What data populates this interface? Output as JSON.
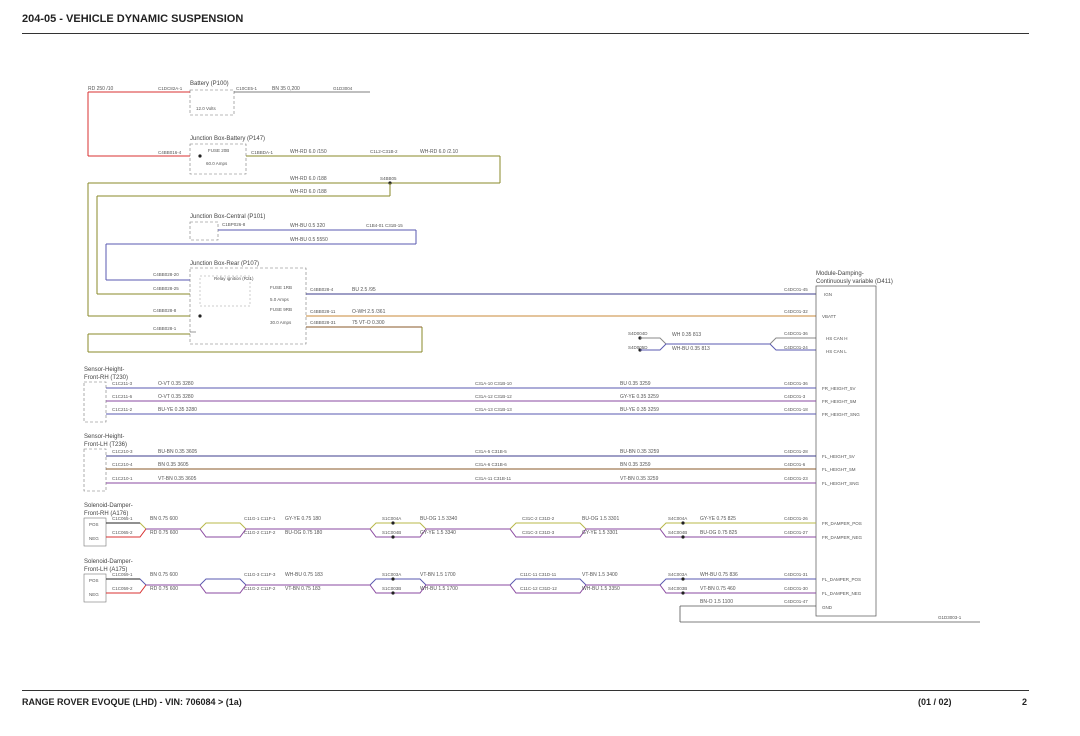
{
  "header": {
    "title": "204-05 - VEHICLE DYNAMIC SUSPENSION"
  },
  "footer": {
    "vehicle": "RANGE ROVER EVOQUE  (LHD) - VIN: 706084 >  (1a)",
    "sheet": "(01 / 02)",
    "page": "2"
  },
  "diagram": {
    "components": {
      "battery": "Battery (P100)",
      "battery_volts": "12.0 Volts",
      "jb_battery": "Junction Box-Battery (P147)",
      "jb_battery_fuse": "FUSE 20B",
      "jb_battery_amps": "60.0 Amps",
      "jb_central": "Junction Box-Central (P101)",
      "jb_rear": "Junction Box-Rear (P107)",
      "jb_rear_relay": "Relay\nignition (R21)",
      "fuse_1rb": "FUSE 1RB",
      "fuse_1rb_amps": "5.0 Amps",
      "fuse_9rb": "FUSE 9RB",
      "fuse_9rb_amps": "30.0 Amps",
      "module": "Module-Damping-",
      "module2": "Continuously variable (D411)",
      "sensor_rh": "Sensor-Height-",
      "sensor_rh2": "Front-RH (T230)",
      "sensor_lh": "Sensor-Height-",
      "sensor_lh2": "Front-LH (T236)",
      "sol_rh": "Solenoid-Damper-",
      "sol_rh2": "Front-RH (A176)",
      "sol_lh": "Solenoid-Damper-",
      "sol_lh2": "Front-LH (A175)"
    },
    "wires": {
      "rd_top": "RD 250 /10",
      "bn_top": "BN 35 0,200",
      "c1dc": "C1DC82A-1",
      "c10": "C10CE5-1",
      "gnd_top": "G1D3004",
      "c4bb_top": "C4BB016-4",
      "c1bbd": "C1BBDA-1",
      "wh_rd1": "WH-RD 6.0 /150",
      "c11": "C1L2-C31B-2",
      "wh_rd2": "WH-RD 6.0 /2.10",
      "wh_rd3": "WH-RD 6.0 /188",
      "s4bb": "S4BB05",
      "wh_rd4": "WH-RD 6.0 /188",
      "c1bp": "C1BP026-8",
      "wh_bu1": "WH-BU 0.5 320",
      "c1bp2": "C1B4-01 C31B-15",
      "wh_bu2": "WH-BU 0.5 5550",
      "c4bb028_20": "C4BB028-20",
      "c4bb028_25": "C4BB028-25",
      "c4bb028_8": "C4BB028-8",
      "c4bb028_1": "C4BB028-1",
      "c4bb028_4": "C4BB028-4",
      "bu_25": "BU 2.5 /95",
      "c4bb028_11": "C4BB028-11",
      "o_wh": "O-WH 2.5 /361",
      "c4bb028_31": "C4BB028-31",
      "vt_o": "75  VT-O 0.300",
      "c4dc01_45": "C4DC01-45",
      "c4dc01_32": "C4DC01-32",
      "vbatt": "VBATT",
      "s4d004d": "S4D004D",
      "wh_can1": "WH 0.35 813",
      "c4dc01_36": "C4DC01-36",
      "hs_can_h": "HS CAN H",
      "s4d005d": "S4D005D",
      "wh_can2": "WH-BU 0.35 813",
      "c4dc01_24": "C4DC01-24",
      "hs_can_l": "HS CAN L",
      "ign": "IGN",
      "rh_c1": "C1C211-3",
      "rh_w1": "O-VT 0.35 3280",
      "rh_m1": "C31A-10 C31B-10",
      "rh_w1b": "BU 0.35 3259",
      "rh_p1": "C4DC01-36",
      "rh_s1": "FR_HEIGHT_5V",
      "rh_c2": "C1C211-6",
      "rh_w2": "O-VT 0.35 3280",
      "rh_m2": "C31A-12 C31B-12",
      "rh_w2b": "GY-YE 0.35 3259",
      "rh_p2": "C4DC01-3",
      "rh_s2": "FR_HEIGHT_5M",
      "rh_c3": "C1C211-2",
      "rh_w3": "BU-YE 0.35 3280",
      "rh_m3": "C31A-13 C31B-13",
      "rh_w3b": "BU-YE 0.35 3259",
      "rh_p3": "C4DC01-18",
      "rh_s3": "FR_HEIGHT_SNG",
      "lh_c1": "C1C210-3",
      "lh_w1": "BU-BN 0.35 3605",
      "lh_m1": "C31A-5 C31B-5",
      "lh_w1b": "BU-BN 0.35 3259",
      "lh_p1": "C4DC01-28",
      "lh_s1": "FL_HEIGHT_5V",
      "lh_c2": "C1C210-4",
      "lh_w2": "BN 0.35 3605",
      "lh_m2": "C31A-6 C31B-6",
      "lh_w2b": "BN 0.35 3259",
      "lh_p2": "C4DC01-6",
      "lh_s2": "FL_HEIGHT_5M",
      "lh_c3": "C1C210-1",
      "lh_w3": "VT-BN 0.35 3605",
      "lh_m3": "C31A-11 C31B-11",
      "lh_w3b": "VT-BN 0.35 3259",
      "lh_p3": "C4DC01-23",
      "lh_s3": "FL_HEIGHT_SNG",
      "pos": "POS",
      "neg": "NEG",
      "srh_c1": "C1C065-1",
      "srh_w1": "BN 0.75 600",
      "srh_m1": "C11G-1 C11F-1",
      "srh_w1b": "GY-YE 0.75 180",
      "srh_s1": "S1C004A",
      "srh_w1c": "BU-OG 1.5 3340",
      "srh_m1b": "C31C-2 C31D-2",
      "srh_w1d": "BU-OG 1.5 3301",
      "srh_s1b": "S4C004A",
      "srh_w1e": "GY-YE 0.75 825",
      "srh_p1": "C4DC01-26",
      "srh_n1": "FR_DAMPER_POS",
      "srh_c2": "C1C065-2",
      "srh_w2": "RD 0.75 600",
      "srh_m2": "C11G-2 C11F-2",
      "srh_w2b": "BU-OG 0.75 180",
      "srh_s2": "S1C004B",
      "srh_w2c": "GY-YE 1.5 3340",
      "srh_m2b": "C31C-3 C31D-3",
      "srh_w2d": "GY-YE 1.5 3301",
      "srh_s2b": "S4C004B",
      "srh_w2e": "BU-OG 0.75 825",
      "srh_p2": "C4DC01-27",
      "srh_n2": "FR_DAMPER_NEG",
      "slh_c1": "C1C059-1",
      "slh_w1": "BN 0.75 600",
      "slh_m1": "C11G-3 C11F-3",
      "slh_w1b": "WH-BU 0.75 183",
      "slh_s1": "S1C003A",
      "slh_w1c": "VT-BN 1.5 1700",
      "slh_m1b": "C11C-11 C31D-11",
      "slh_w1d": "VT-BN 1.5 3400",
      "slh_s1b": "S4C003A",
      "slh_w1e": "WH-BU 0.75 836",
      "slh_p1": "C4DC01-31",
      "slh_n1": "FL_DAMPER_POS",
      "slh_c2": "C1C059-2",
      "slh_w2": "RD 0.75 600",
      "slh_m2": "C11G-2 C11F-2",
      "slh_w2b": "VT-BN 0.75 183",
      "slh_s2": "S1C003B",
      "slh_w2c": "WH-BU 1.5 1700",
      "slh_m2b": "C11C-12 C31D-12",
      "slh_w2d": "WH-BU 1.5 3350",
      "slh_s2b": "S4C003B",
      "slh_w2e": "VT-BN 0.75 460",
      "slh_p2": "C4DC01-30",
      "slh_n2": "FL_DAMPER_NEG",
      "gnd_w": "BN-O 1.5 1100",
      "gnd_p": "C4DC01-47",
      "gnd_l": "GND",
      "gnd_ref": "G1D3003-1"
    },
    "colors": {
      "red": "#d83030",
      "olive": "#8a8a2a",
      "blue": "#5a5ab0",
      "darkblue": "#3c3c8c",
      "purple": "#8a4aa0",
      "brown": "#8a5a2a",
      "orange": "#c88a3a",
      "black": "#222222",
      "gray": "#888888",
      "green": "#6a8a3a",
      "yellowgreen": "#b8b84a"
    }
  }
}
